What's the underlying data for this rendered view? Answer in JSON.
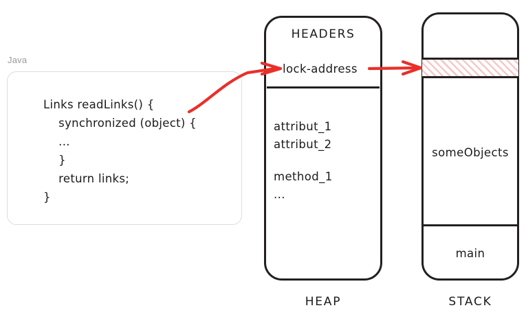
{
  "code_panel": {
    "language_label": "Java",
    "code": "Links readLinks() {\n    synchronized (object) {\n    ...\n    }\n    return links;\n}"
  },
  "heap": {
    "caption": "HEAP",
    "headers_title": "HEADERS",
    "lock_address": "lock-address",
    "attributes": "attribut_1\nattribut_2",
    "methods": "method_1\n..."
  },
  "stack": {
    "caption": "STACK",
    "locked_frame_label": "",
    "some_objects": "someObjects",
    "main_frame": "main"
  },
  "arrows": [
    {
      "name": "code-to-lock-address",
      "from": "synchronized (object) statement",
      "to": "lock-address",
      "color": "#e8302a",
      "style": "curved"
    },
    {
      "name": "lock-address-to-stack-frame",
      "from": "lock-address",
      "to": "locked stack frame",
      "color": "#e8302a",
      "style": "straight"
    }
  ],
  "colors": {
    "arrow_red": "#e8302a",
    "hatch_pink": "#f6c8c6",
    "ink_black": "#231f20",
    "card_border_gray": "#dcdcdc",
    "label_gray": "#9a9a9a"
  }
}
